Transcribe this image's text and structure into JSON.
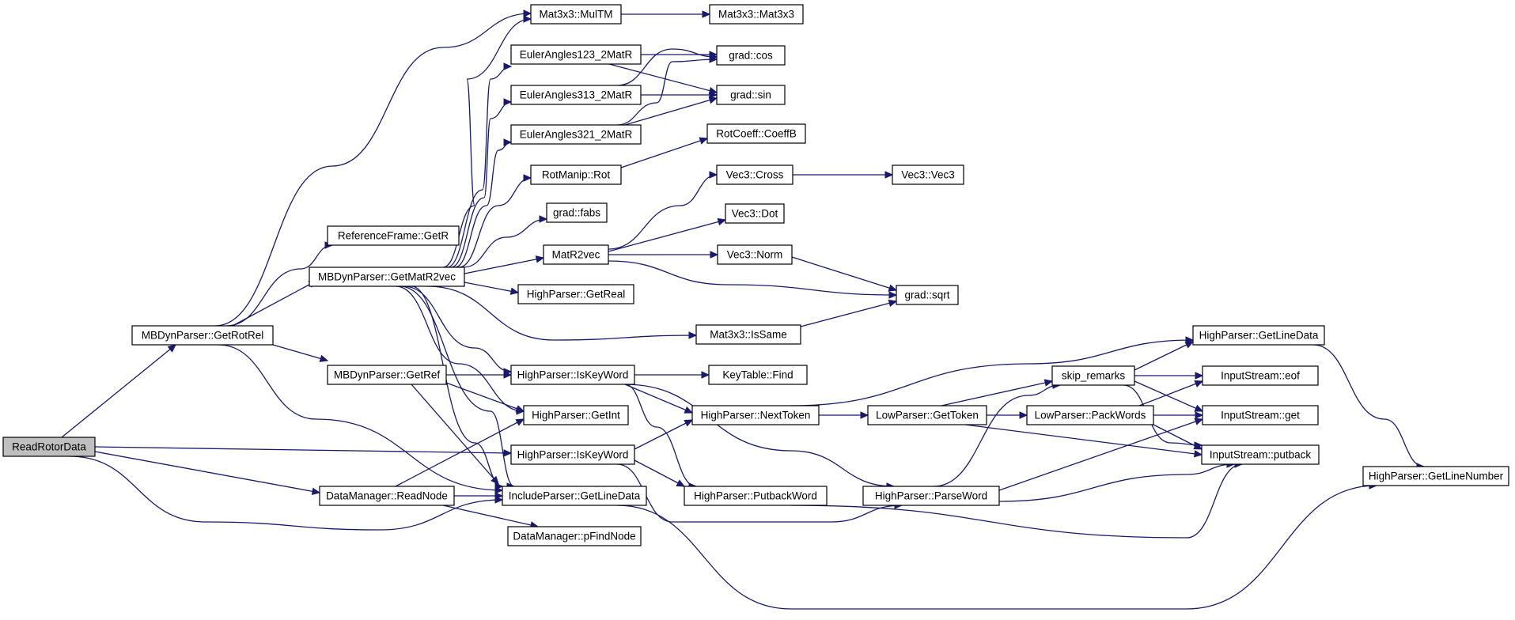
{
  "colors": {
    "edge": "#191970",
    "node_fill": "#ffffff",
    "root_fill": "#bfbfbf",
    "border": "#000000"
  },
  "nodes": {
    "read_rotor_data": "ReadRotorData",
    "get_rot_rel": "MBDynParser::GetRotRel",
    "mul_tm": "Mat3x3::MulTM",
    "mat3x3_ctor": "Mat3x3::Mat3x3",
    "euler123": "EulerAngles123_2MatR",
    "grad_cos": "grad::cos",
    "euler313": "EulerAngles313_2MatR",
    "grad_sin": "grad::sin",
    "euler321": "EulerAngles321_2MatR",
    "rot_coeff": "RotCoeff::CoeffB",
    "rot_manip": "RotManip::Rot",
    "vec3_cross": "Vec3::Cross",
    "vec3_ctor": "Vec3::Vec3",
    "grad_fabs": "grad::fabs",
    "vec3_dot": "Vec3::Dot",
    "reference_frame": "ReferenceFrame::GetR",
    "mat_r2vec": "MatR2vec",
    "vec3_norm": "Vec3::Norm",
    "get_mat_r2vec": "MBDynParser::GetMatR2vec",
    "get_real": "HighParser::GetReal",
    "grad_sqrt": "grad::sqrt",
    "mat3x3_is_same": "Mat3x3::IsSame",
    "get_line_data_hp": "HighParser::GetLineData",
    "get_ref": "MBDynParser::GetRef",
    "is_key_word_1": "HighParser::IsKeyWord",
    "key_table_find": "KeyTable::Find",
    "skip_remarks": "skip_remarks",
    "input_stream_eof": "InputStream::eof",
    "get_int": "HighParser::GetInt",
    "next_token": "HighParser::NextToken",
    "get_token": "LowParser::GetToken",
    "pack_words": "LowParser::PackWords",
    "input_stream_get": "InputStream::get",
    "is_key_word_2": "HighParser::IsKeyWord",
    "input_stream_putback": "InputStream::putback",
    "get_line_number": "HighParser::GetLineNumber",
    "read_node": "DataManager::ReadNode",
    "include_get_line_data": "IncludeParser::GetLineData",
    "putback_word": "HighParser::PutbackWord",
    "parse_word": "HighParser::ParseWord",
    "p_find_node": "DataManager::pFindNode"
  }
}
